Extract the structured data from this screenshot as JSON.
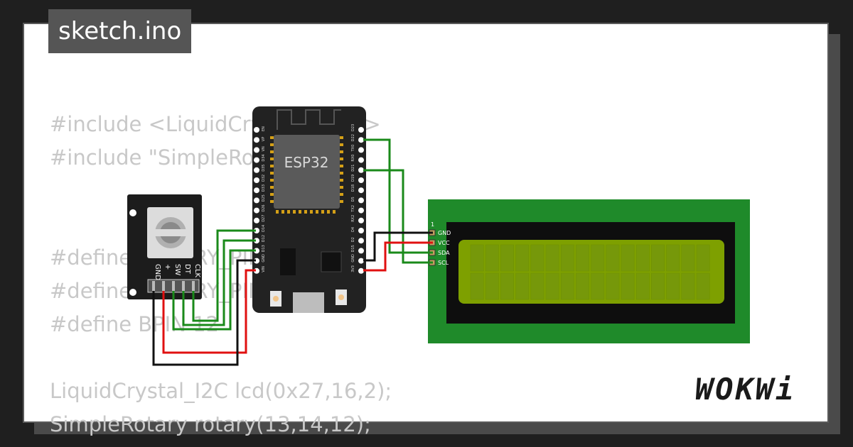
{
  "title": "sketch.ino",
  "code_lines": [
    "#include <LiquidCrystal_I2C.h>",
    "#include \"SimpleRotary.h\"",
    "",
    "",
    "#define ROTARY_PIN1 14",
    "#define ROTARY_PIN2 12",
    "#define BPIN 12",
    "",
    "LiquidCrystal_I2C lcd(0x27,16,2);",
    "SimpleRotary rotary(13,14,12);"
  ],
  "esp32": {
    "chip_label": "ESP32",
    "left_pins": [
      "EN",
      "VP",
      "VN",
      "D34",
      "D35",
      "D32",
      "D33",
      "D25",
      "D26",
      "D27",
      "D14",
      "D12",
      "D13",
      "GND",
      "VIN"
    ],
    "right_pins": [
      "D23",
      "D22",
      "TX0",
      "RX0",
      "D21",
      "D19",
      "D18",
      "D5",
      "TX2",
      "RX2",
      "D4",
      "D2",
      "D15",
      "GND",
      "3V3"
    ]
  },
  "encoder": {
    "pins": [
      "CLK",
      "DT",
      "SW",
      "+",
      "GND"
    ]
  },
  "lcd": {
    "pin1_marker": "1",
    "pins": [
      "GND",
      "VCC",
      "SDA",
      "SCL"
    ]
  },
  "brand": "WOKWi",
  "colors": {
    "wire_green": "#1a8a1a",
    "wire_red": "#e01010",
    "wire_black": "#111111",
    "lcd_board": "#1f8a2a",
    "lcd_screen": "#7ea000",
    "board_black": "#222222"
  }
}
